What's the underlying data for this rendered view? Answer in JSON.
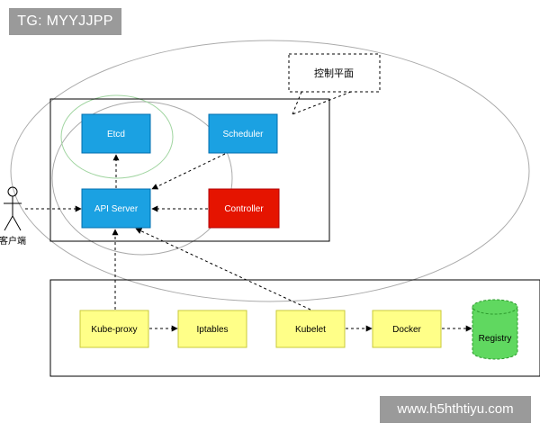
{
  "watermarks": {
    "top": "TG: MYYJJPP",
    "bottom": "www.h5hthtiyu.com"
  },
  "labels": {
    "control_plane": "控制平面",
    "client": "客户端"
  },
  "nodes": {
    "etcd": "Etcd",
    "scheduler": "Scheduler",
    "api_server": "API Server",
    "controller": "Controller",
    "kube_proxy": "Kube-proxy",
    "iptables": "Iptables",
    "kubelet": "Kubelet",
    "docker": "Docker",
    "registry": "Registry"
  },
  "colors": {
    "control_node_fill": "#1ba1e2",
    "control_node_stroke": "#006eaf",
    "controller_fill": "#e51400",
    "controller_stroke": "#b20000",
    "worker_node_fill": "#ffff88",
    "worker_node_stroke": "#c9c93a",
    "registry_fill": "#60d860",
    "registry_stroke": "#2d9a2d"
  }
}
